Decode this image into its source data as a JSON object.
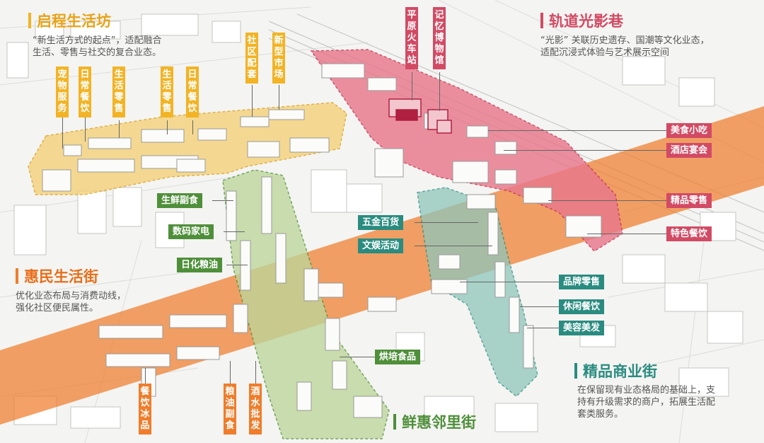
{
  "colors": {
    "yellow": "#f2b324",
    "green": "#4f8f3a",
    "teal": "#2a8c80",
    "red": "#d24a64",
    "orange": "#ef7d2b"
  },
  "zones": {
    "qicheng": {
      "title": "启程生活坊",
      "desc": [
        "“新生活方式的起点”，适配融合",
        "生活、零售与社交的复合业态。"
      ]
    },
    "guidao": {
      "title": "轨道光影巷",
      "desc": [
        "“光影” 关联历史遗存、国潮等文化业态，",
        "适配沉浸式体验与艺术展示空间"
      ]
    },
    "huimin": {
      "title": "惠民生活街",
      "desc": [
        "优化业态布局与消费动线，",
        "强化社区便民属性。"
      ]
    },
    "jingpin": {
      "title": "精品商业街",
      "desc": [
        "在保留现有业态格局的基础上，支",
        "持有升级需求的商户，拓展生活配",
        "套类服务。"
      ]
    },
    "xianhui": {
      "title": "鲜惠邻里街"
    }
  },
  "yellow_tags": [
    "宠物服务",
    "日常餐饮",
    "生活零售",
    "生活零售",
    "日常餐饮",
    "社区配套",
    "新型市场"
  ],
  "red_vtags": [
    "平原火车站",
    "记忆博物馆"
  ],
  "red_tags": [
    "美食小吃",
    "酒店宴会",
    "精品零售",
    "特色餐饮"
  ],
  "green_tags": [
    "生鲜副食",
    "数码家电",
    "日化粮油",
    "烘培食品"
  ],
  "teal_tags": [
    "五金百货",
    "文娱活动",
    "品牌零售",
    "休闲餐饮",
    "美容美发"
  ],
  "orange_vtags": [
    "餐饮冰品",
    "粮油副食",
    "酒水批发"
  ]
}
